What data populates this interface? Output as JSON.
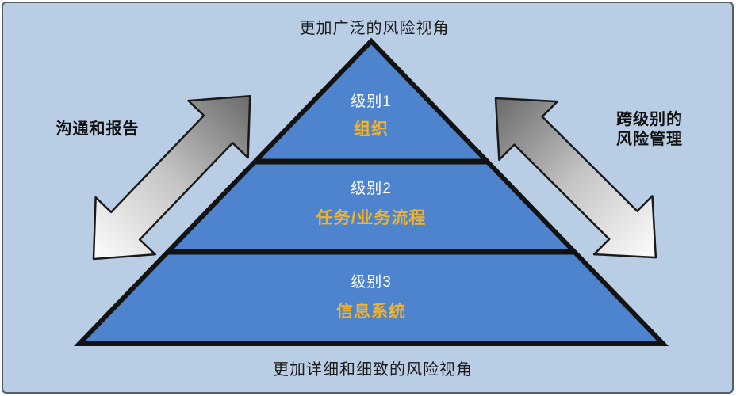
{
  "colors": {
    "background": "#b9cde4",
    "frame_border": "#565e6c",
    "pyramid_fill": "#4d84cd",
    "pyramid_border": "#121212",
    "level_label_text": "#ffffff",
    "level_name_text": "#f2b32b",
    "caption_text": "#1c1c1c",
    "arrow_dark": "#6a6a6a",
    "arrow_light": "#fdfdfd",
    "arrow_outline": "#1a1a1a"
  },
  "captions": {
    "top": "更加广泛的风险视角",
    "bottom": "更加详细和细致的风险视角",
    "left": "沟通和报告",
    "right_line1": "跨级别的",
    "right_line2": "风险管理"
  },
  "pyramid": {
    "levels": [
      {
        "label": "级别1",
        "name": "组织"
      },
      {
        "label": "级别2",
        "name": "任务/业务流程"
      },
      {
        "label": "级别3",
        "name": "信息系统"
      }
    ]
  }
}
